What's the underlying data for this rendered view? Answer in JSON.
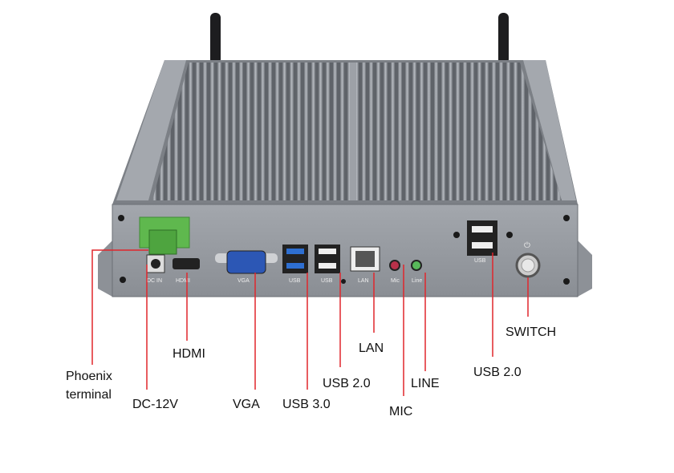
{
  "panel_labels": {
    "dc_in": "DC IN",
    "hdmi": "HDMI",
    "vga": "VGA",
    "usb3": "USB",
    "usb2": "USB",
    "lan": "LAN",
    "mic": "Mic",
    "line": "Line",
    "usb_right": "USB"
  },
  "callouts": {
    "phoenix_1": "Phoenix",
    "phoenix_2": "terminal",
    "dc": "DC-12V",
    "hdmi": "HDMI",
    "vga": "VGA",
    "usb3": "USB 3.0",
    "usb2": "USB 2.0",
    "lan": "LAN",
    "mic": "MIC",
    "line": "LINE",
    "usb2_right": "USB 2.0",
    "switch": "SWITCH"
  },
  "colors": {
    "callout_line": "#e0262c",
    "chassis": "#8c9096"
  }
}
